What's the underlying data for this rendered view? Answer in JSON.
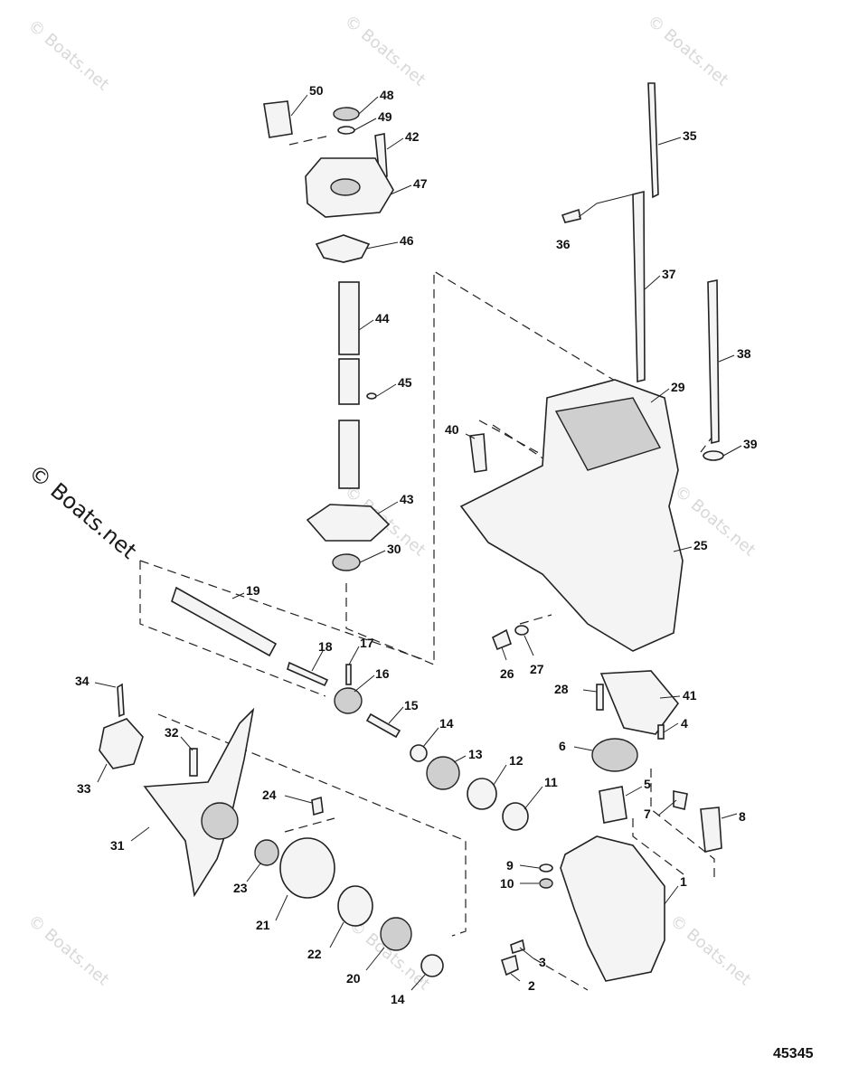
{
  "watermark": "© Boats.net",
  "reference_number": "45345",
  "callouts": [
    {
      "id": "50",
      "label": "50"
    },
    {
      "id": "48",
      "label": "48"
    },
    {
      "id": "49",
      "label": "49"
    },
    {
      "id": "42",
      "label": "42"
    },
    {
      "id": "47",
      "label": "47"
    },
    {
      "id": "46",
      "label": "46"
    },
    {
      "id": "44",
      "label": "44"
    },
    {
      "id": "45",
      "label": "45"
    },
    {
      "id": "43",
      "label": "43"
    },
    {
      "id": "30",
      "label": "30"
    },
    {
      "id": "35",
      "label": "35"
    },
    {
      "id": "36",
      "label": "36"
    },
    {
      "id": "37",
      "label": "37"
    },
    {
      "id": "38",
      "label": "38"
    },
    {
      "id": "29",
      "label": "29"
    },
    {
      "id": "39",
      "label": "39"
    },
    {
      "id": "40",
      "label": "40"
    },
    {
      "id": "25",
      "label": "25"
    },
    {
      "id": "19",
      "label": "19"
    },
    {
      "id": "18",
      "label": "18"
    },
    {
      "id": "17",
      "label": "17"
    },
    {
      "id": "16",
      "label": "16"
    },
    {
      "id": "15",
      "label": "15"
    },
    {
      "id": "14a",
      "label": "14"
    },
    {
      "id": "13",
      "label": "13"
    },
    {
      "id": "12",
      "label": "12"
    },
    {
      "id": "11",
      "label": "11"
    },
    {
      "id": "26",
      "label": "26"
    },
    {
      "id": "27",
      "label": "27"
    },
    {
      "id": "41",
      "label": "41"
    },
    {
      "id": "28",
      "label": "28"
    },
    {
      "id": "4",
      "label": "4"
    },
    {
      "id": "6",
      "label": "6"
    },
    {
      "id": "5",
      "label": "5"
    },
    {
      "id": "7",
      "label": "7"
    },
    {
      "id": "8",
      "label": "8"
    },
    {
      "id": "9",
      "label": "9"
    },
    {
      "id": "10",
      "label": "10"
    },
    {
      "id": "1",
      "label": "1"
    },
    {
      "id": "3",
      "label": "3"
    },
    {
      "id": "2",
      "label": "2"
    },
    {
      "id": "34",
      "label": "34"
    },
    {
      "id": "32",
      "label": "32"
    },
    {
      "id": "33",
      "label": "33"
    },
    {
      "id": "31",
      "label": "31"
    },
    {
      "id": "24",
      "label": "24"
    },
    {
      "id": "23",
      "label": "23"
    },
    {
      "id": "21",
      "label": "21"
    },
    {
      "id": "22",
      "label": "22"
    },
    {
      "id": "20",
      "label": "20"
    },
    {
      "id": "14b",
      "label": "14"
    }
  ]
}
